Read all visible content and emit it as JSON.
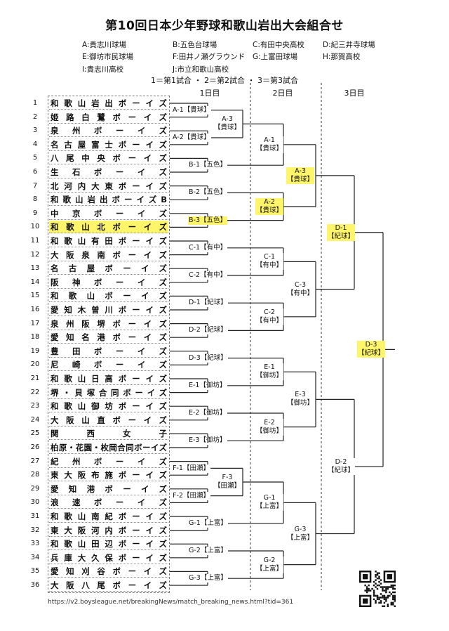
{
  "title": "第10回日本少年野球和歌山岩出大会組合せ",
  "venues": [
    "A:貴志川球場",
    "B:五色台球場",
    "C:有田中央高校",
    "D:紀三井寺球場",
    "E:御坊市民球場",
    "F:田井ノ瀬グラウンド",
    "G:上富田球場",
    "H:那賀高校",
    "I:貴志川高校",
    "J:市立和歌山高校"
  ],
  "match_legend": "1＝第1試合 ・ 2＝第2試合 ・ 3＝第3試合",
  "days": [
    "1日目",
    "2日目",
    "3日目"
  ],
  "teams": [
    "和歌山岩出ボーイズ",
    "姫路白鷺ボーイズ",
    "泉州ボーイズ",
    "名古屋富士ボーイズ",
    "八尾中央ボーイズ",
    "生石ボーイズ",
    "北河内大東ボーイズ",
    "和歌山岩出ボーイズB",
    "中京ボーイズ",
    "和歌山北ボーイズ",
    "和歌山有田ボーイズ",
    "大阪泉南ボーイズ",
    "名古屋ボーイズ",
    "阪神ボーイズ",
    "和歌山ボーイズ",
    "愛知木曽川ボーイズ",
    "泉州阪堺ボーイズ",
    "愛知名港ボーイズ",
    "豊田ボーイズ",
    "尼崎ボーイズ",
    "和歌山日高ボーイズ",
    "堺・貝塚合同ボーイズ",
    "和歌山御坊ボーイズ",
    "大阪山直ボーイズ",
    "関西女子",
    "柏原・花園・枚岡合同ボーイズ",
    "紀州ボーイズ",
    "東大阪布施ボーイズ",
    "愛知港ボーイズ",
    "浪速ボーイズ",
    "和歌山南紀ボーイズ",
    "東大阪河内ボーイズ",
    "和歌山田辺ボーイズ",
    "兵庫大久保ボーイズ",
    "愛知刈谷ボーイズ",
    "大阪八尾ボーイズ"
  ],
  "highlighted_team": 10,
  "matches_day1": [
    {
      "code": "A-1",
      "venue": "【貴球】"
    },
    {
      "code": "A-2",
      "venue": "【貴球】"
    },
    {
      "code": "A-3",
      "venue": "【貴球】"
    },
    {
      "code": "B-1",
      "venue": "【五色】"
    },
    {
      "code": "B-2",
      "venue": "【五色】"
    },
    {
      "code": "B-3",
      "venue": "【五色】"
    },
    {
      "code": "C-1",
      "venue": "【有中】"
    },
    {
      "code": "C-2",
      "venue": "【有中】"
    },
    {
      "code": "D-1",
      "venue": "【紀球】"
    },
    {
      "code": "D-2",
      "venue": "【紀球】"
    },
    {
      "code": "D-3",
      "venue": "【紀球】"
    },
    {
      "code": "E-1",
      "venue": "【御坊】"
    },
    {
      "code": "E-2",
      "venue": "【御坊】"
    },
    {
      "code": "E-3",
      "venue": "【御坊】"
    },
    {
      "code": "F-1",
      "venue": "【田瀬】"
    },
    {
      "code": "F-2",
      "venue": "【田瀬】"
    },
    {
      "code": "F-3",
      "venue": "【田瀬】"
    },
    {
      "code": "G-1",
      "venue": "【上富】"
    },
    {
      "code": "G-2",
      "venue": "【上富】"
    },
    {
      "code": "G-3",
      "venue": "【上富】"
    }
  ],
  "matches_day2": [
    {
      "code": "A-1",
      "venue": "【貴球】"
    },
    {
      "code": "A-2",
      "venue": "【貴球】"
    },
    {
      "code": "A-3",
      "venue": "【貴球】"
    },
    {
      "code": "C-1",
      "venue": "【有中】"
    },
    {
      "code": "C-2",
      "venue": "【有中】"
    },
    {
      "code": "C-3",
      "venue": "【有中】"
    },
    {
      "code": "E-1",
      "venue": "【御坊】"
    },
    {
      "code": "E-2",
      "venue": "【御坊】"
    },
    {
      "code": "E-3",
      "venue": "【御坊】"
    },
    {
      "code": "G-1",
      "venue": "【上富】"
    },
    {
      "code": "G-2",
      "venue": "【上富】"
    },
    {
      "code": "G-3",
      "venue": "【上富】"
    }
  ],
  "matches_day3": [
    {
      "code": "D-1",
      "venue": "【紀球】"
    },
    {
      "code": "D-2",
      "venue": "【紀球】"
    },
    {
      "code": "D-3",
      "venue": "【紀球】"
    }
  ],
  "url": "https://v2.boysleague.net/breakingNews/match_breaking_news.html?tid=361",
  "qr_icon": "qr-code-icon"
}
